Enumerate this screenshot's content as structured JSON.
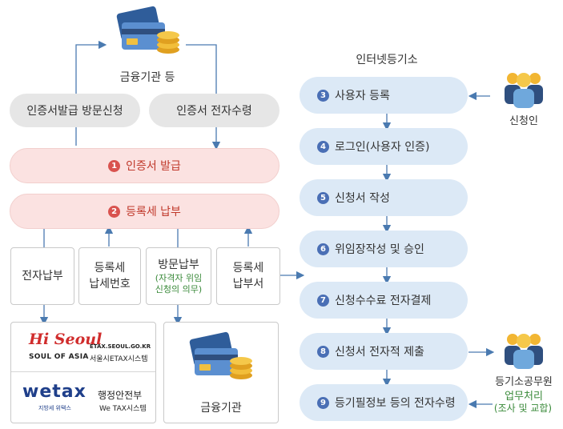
{
  "top": {
    "institution_label": "금융기관 등"
  },
  "left": {
    "visit_apply": "인증서발급 방문신청",
    "online_receive": "인증서 전자수령",
    "step1": {
      "num": "1",
      "label": "인증서 발급"
    },
    "step2": {
      "num": "2",
      "label": "등록세 납부"
    },
    "boxes": [
      {
        "line1": "전자납부",
        "line2": ""
      },
      {
        "line1": "등록세",
        "line2": "납세번호"
      },
      {
        "line1": "방문납부",
        "note1": "(자격자 위임",
        "note2": "신청의 의무)"
      },
      {
        "line1": "등록세",
        "line2": "납부서"
      }
    ],
    "hiseoul": {
      "logo_text": "Hi Seoul",
      "slogan": "SOUL OF ASIA",
      "url": "ETAX.SEOUL.GO.KR",
      "name": "서울시ETAX시스템"
    },
    "wetax": {
      "logo_text": "wetax",
      "sub": "지방세 위택스",
      "ministry": "행정안전부",
      "name": "We TAX시스템"
    },
    "bank_label": "금융기관"
  },
  "right": {
    "title": "인터넷등기소",
    "steps": [
      {
        "num": "3",
        "label": "사용자 등록"
      },
      {
        "num": "4",
        "label": "로그인(사용자 인증)"
      },
      {
        "num": "5",
        "label": "신청서 작성"
      },
      {
        "num": "6",
        "label": "위임장작성 및 승인"
      },
      {
        "num": "7",
        "label": "신청수수료 전자결제"
      },
      {
        "num": "8",
        "label": "신청서 전자적 제출"
      },
      {
        "num": "9",
        "label": "등기필정보 등의 전자수령"
      }
    ],
    "applicant_label": "신청인",
    "official_label": "등기소공무원",
    "official_task": "업무처리",
    "official_task_detail": "(조사 및 교합)"
  },
  "colors": {
    "arrow": "#4a7ab0",
    "red": "#d9534f",
    "blue": "#4a6fb5",
    "green": "#3a8a3a"
  }
}
